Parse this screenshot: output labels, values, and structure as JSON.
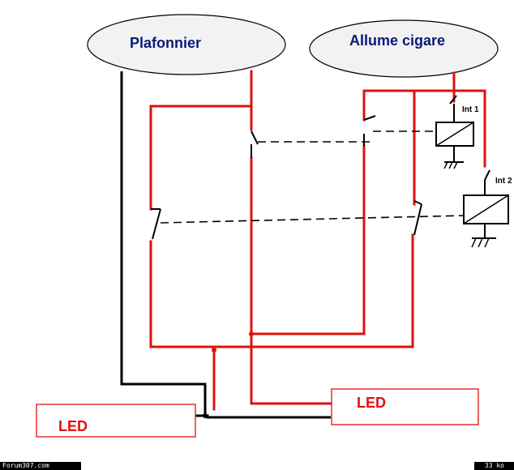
{
  "diagram": {
    "ellipses": {
      "plafonnier": "Plafonnier",
      "allume_cigare": "Allume cigare"
    },
    "switches": {
      "int1": "Int 1",
      "int2": "Int 2"
    },
    "leds": {
      "left": "LED",
      "right": "LED"
    },
    "colors": {
      "wire_red": "#e01010",
      "wire_black": "#000000",
      "ellipse_fill": "#f2f2f2",
      "label_blue": "#0a1a7a",
      "led_text": "#e01010",
      "led_border": "#e01010"
    }
  },
  "footer": {
    "site": "Forum307.com",
    "size": "33 ko"
  }
}
